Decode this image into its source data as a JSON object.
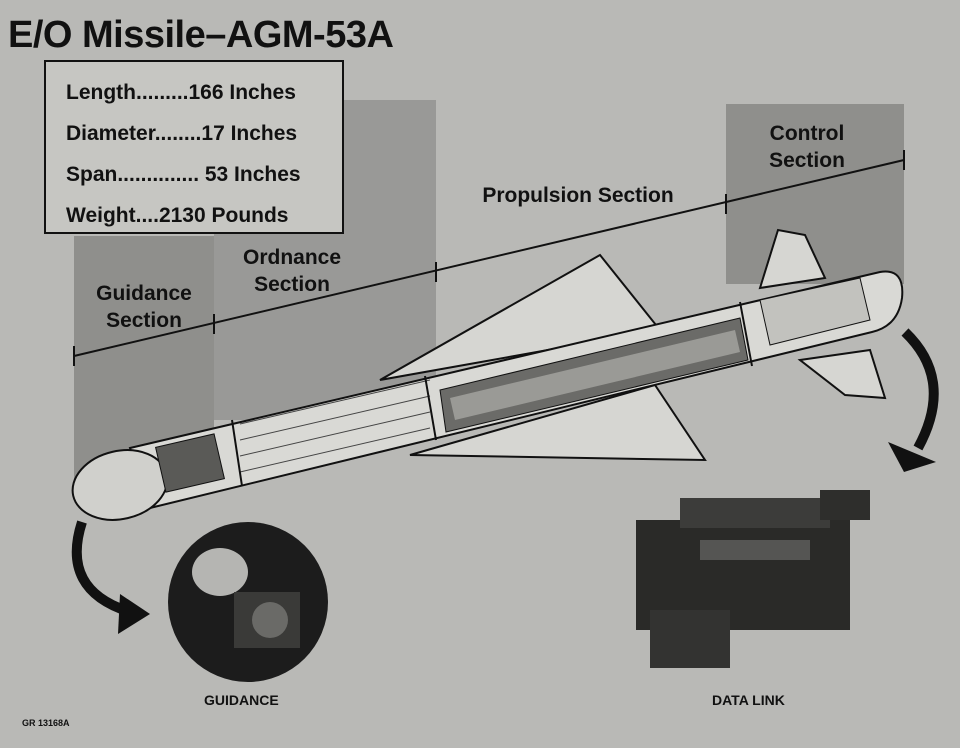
{
  "title": "E/O Missile–AGM-53A",
  "specs": [
    {
      "text": "Length.........166 Inches"
    },
    {
      "text": "Diameter........17 Inches"
    },
    {
      "text": "Span.............. 53 Inches"
    },
    {
      "text": "Weight....2130 Pounds"
    }
  ],
  "sections": {
    "guidance": "Guidance\nSection",
    "ordnance": "Ordnance\nSection",
    "propulsion": "Propulsion Section",
    "control": "Control\nSection"
  },
  "captions": {
    "guidance": "GUIDANCE",
    "data_link": "DATA LINK"
  },
  "reference_code": "GR 13168A"
}
